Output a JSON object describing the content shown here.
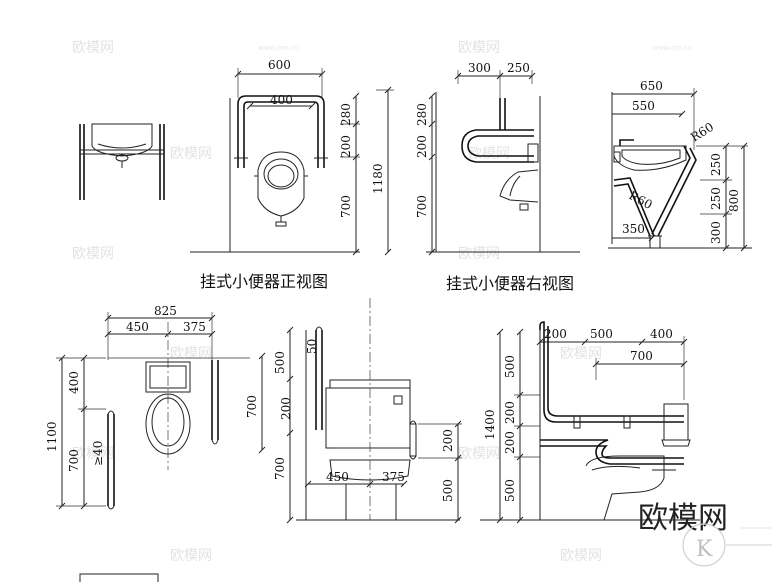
{
  "captions": {
    "front_view": "挂式小便器正视图",
    "right_view": "挂式小便器右视图"
  },
  "logo": {
    "text": "欧模网",
    "mark": "K"
  },
  "watermark": {
    "text": "欧模网",
    "url": "www.om.cn"
  },
  "dims": {
    "front_top": [
      "600",
      "400"
    ],
    "front_vert": [
      "280",
      "200",
      "700",
      "1180"
    ],
    "side_top": [
      "300",
      "250"
    ],
    "side_vert": [
      "280",
      "200",
      "700"
    ],
    "wash_top": [
      "650",
      "550"
    ],
    "wash_radius": [
      "R60",
      "R60"
    ],
    "wash_vert": [
      "250",
      "250",
      "300",
      "800"
    ],
    "wash_bottom": "350",
    "plan_top": [
      "825",
      "450",
      "375"
    ],
    "plan_vert": [
      "400",
      "700",
      "1100"
    ],
    "plan_gap": "≥40",
    "toilet_front_vert": [
      "50",
      "500",
      "700",
      "200",
      "700"
    ],
    "toilet_front_bottom": [
      "450",
      "375"
    ],
    "toilet_front_right": [
      "200",
      "500"
    ],
    "toilet_side_top": [
      "200",
      "500",
      "400",
      "700"
    ],
    "toilet_side_vert": [
      "500",
      "200",
      "200",
      "1400",
      "500"
    ]
  }
}
